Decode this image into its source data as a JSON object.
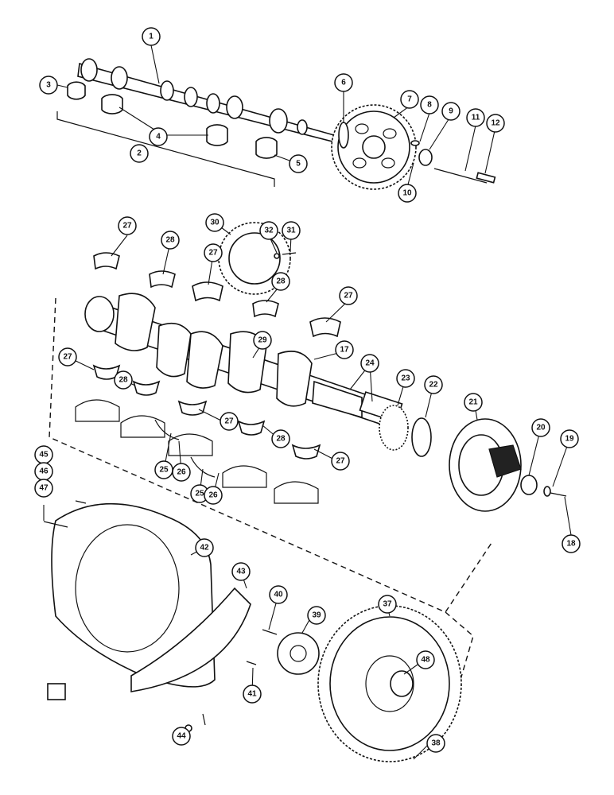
{
  "callouts": [
    "1",
    "2",
    "3",
    "4",
    "5",
    "6",
    "7",
    "8",
    "9",
    "10",
    "11",
    "12",
    "17",
    "18",
    "19",
    "20",
    "21",
    "22",
    "23",
    "24",
    "25",
    "26",
    "27",
    "28",
    "29",
    "30",
    "31",
    "32",
    "37",
    "38",
    "39",
    "40",
    "41",
    "42",
    "43",
    "44",
    "45",
    "46",
    "47",
    "48"
  ]
}
